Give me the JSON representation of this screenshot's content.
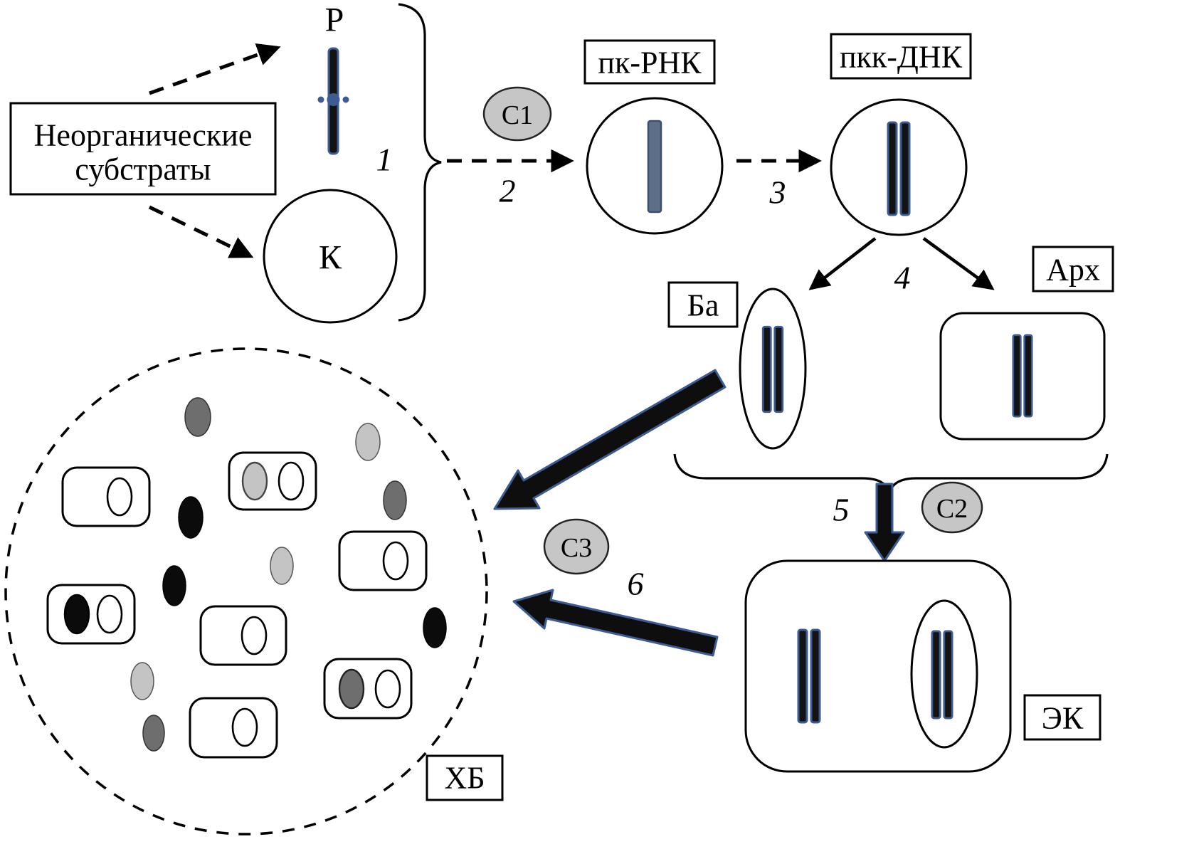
{
  "labels": {
    "substrates_line1": "Неорганические",
    "substrates_line2": "субстраты",
    "ribozyme": "Р",
    "compartment": "К",
    "pk_rna": "пк-РНК",
    "pkk_dna": "пкк-ДНК",
    "bacteria": "Ба",
    "archaea": "Арх",
    "eukaryote": "ЭК",
    "community": "ХБ",
    "helper1": "С1",
    "helper2": "С2",
    "helper3": "С3"
  },
  "steps": {
    "s1": "1",
    "s2": "2",
    "s3": "3",
    "s4": "4",
    "s5": "5",
    "s6": "6"
  },
  "colors": {
    "bar_fill": "#131313",
    "bar_outline": "#3e5c94",
    "rna_bar": "#5d6e89",
    "helper_fill": "#c6c6c6",
    "arrow_fill": "#0e0e0e",
    "arrow_outline": "#3e5c94",
    "cell_black": "#0b0b0b",
    "cell_dark_gray": "#6e6e6e",
    "cell_light_gray": "#c4c4c4"
  }
}
